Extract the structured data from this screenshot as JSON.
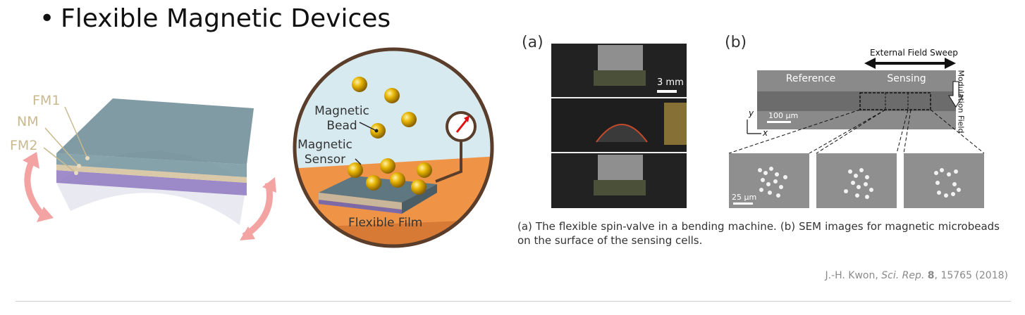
{
  "slide": {
    "bullet": "•",
    "title": "Flexible Magnetic Devices"
  },
  "left_diagram": {
    "layer_labels": [
      "FM1",
      "NM",
      "FM2"
    ],
    "colors": {
      "fm1": "#5f7f8a",
      "nm": "#d8c4a0",
      "fm2": "#8870b8",
      "arrow": "#f4a3a3",
      "label": "#c9b98f"
    }
  },
  "circle_diagram": {
    "bead_label_line1": "Magnetic",
    "bead_label_line2": "Bead",
    "sensor_label_line1": "Magnetic",
    "sensor_label_line2": "Sensor",
    "film_label": "Flexible Film",
    "colors": {
      "sky": "#d7eaf0",
      "film": "#ef9447",
      "bead": "#d9a400",
      "outline": "#5a3d2a"
    }
  },
  "figure_a": {
    "label": "(a)",
    "scale_bar": "3 mm"
  },
  "figure_b": {
    "label": "(b)",
    "sweep_label": "External Field Sweep",
    "reference_label": "Reference",
    "sensing_label": "Sensing",
    "modulation_label": "Modulation Field",
    "scale_main": "100 μm",
    "axis_y": "y",
    "axis_x": "x",
    "scale_sem": "25 μm"
  },
  "caption": "(a) The flexible spin-valve in a bending machine. (b) SEM images for magnetic microbeads on the surface of the sensing cells.",
  "citation": {
    "authors": "J.-H. Kwon,",
    "journal": "Sci. Rep.",
    "volume": "8",
    "pages": ", 15765 (2018)"
  }
}
